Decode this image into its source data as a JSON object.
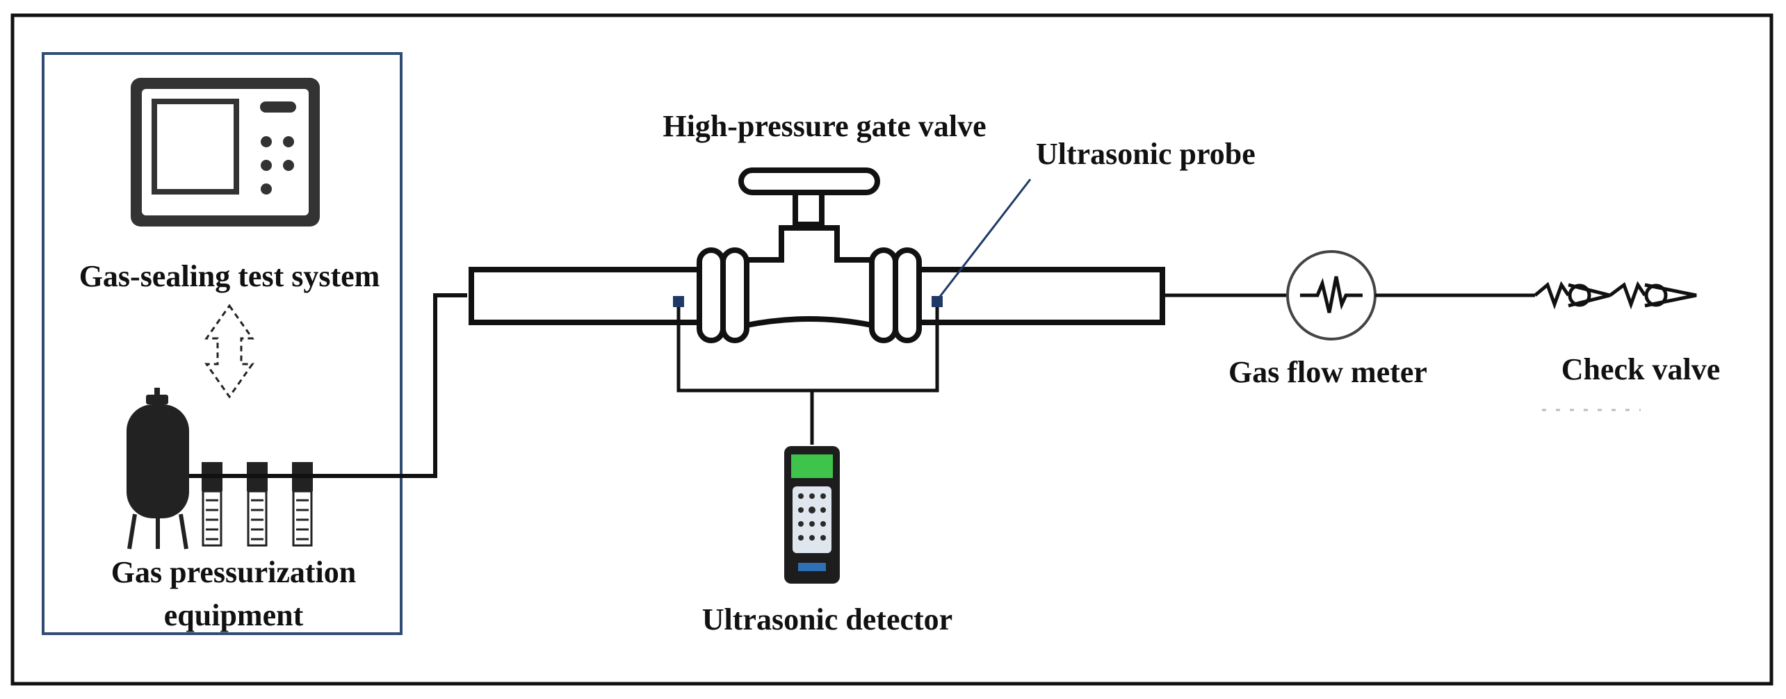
{
  "labels": {
    "gate_valve": "High-pressure gate valve",
    "probe": "Ultrasonic probe",
    "test_system": "Gas-sealing test system",
    "pressurization_line1": "Gas pressurization",
    "pressurization_line2": "equipment",
    "detector": "Ultrasonic detector",
    "flow_meter": "Gas flow meter",
    "check_valve": "Check valve"
  },
  "colors": {
    "line": "#111111",
    "panel_border": "#2f4d73",
    "probe": "#1f3a66",
    "detector_screen": "#3ec44a"
  },
  "icons": {
    "test_system": "control-panel-icon",
    "arrow": "bidirectional-dashed-arrow-icon",
    "pressurization": "tank-and-pumps-icon",
    "flow_meter": "waveform-meter-icon",
    "check_valve": "check-valve-icon",
    "detector": "handheld-detector-icon"
  }
}
